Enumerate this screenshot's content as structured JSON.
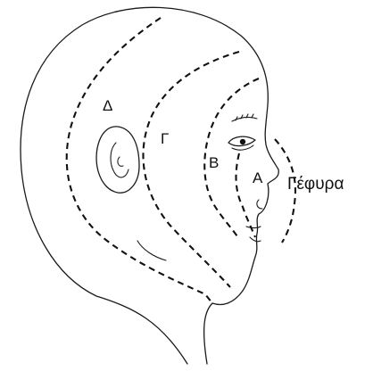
{
  "diagram": {
    "zone_labels": {
      "delta": "Δ",
      "gamma": "Γ",
      "beta": "Β",
      "alpha": "Α"
    },
    "bridge_label": "Γέφυρα"
  }
}
